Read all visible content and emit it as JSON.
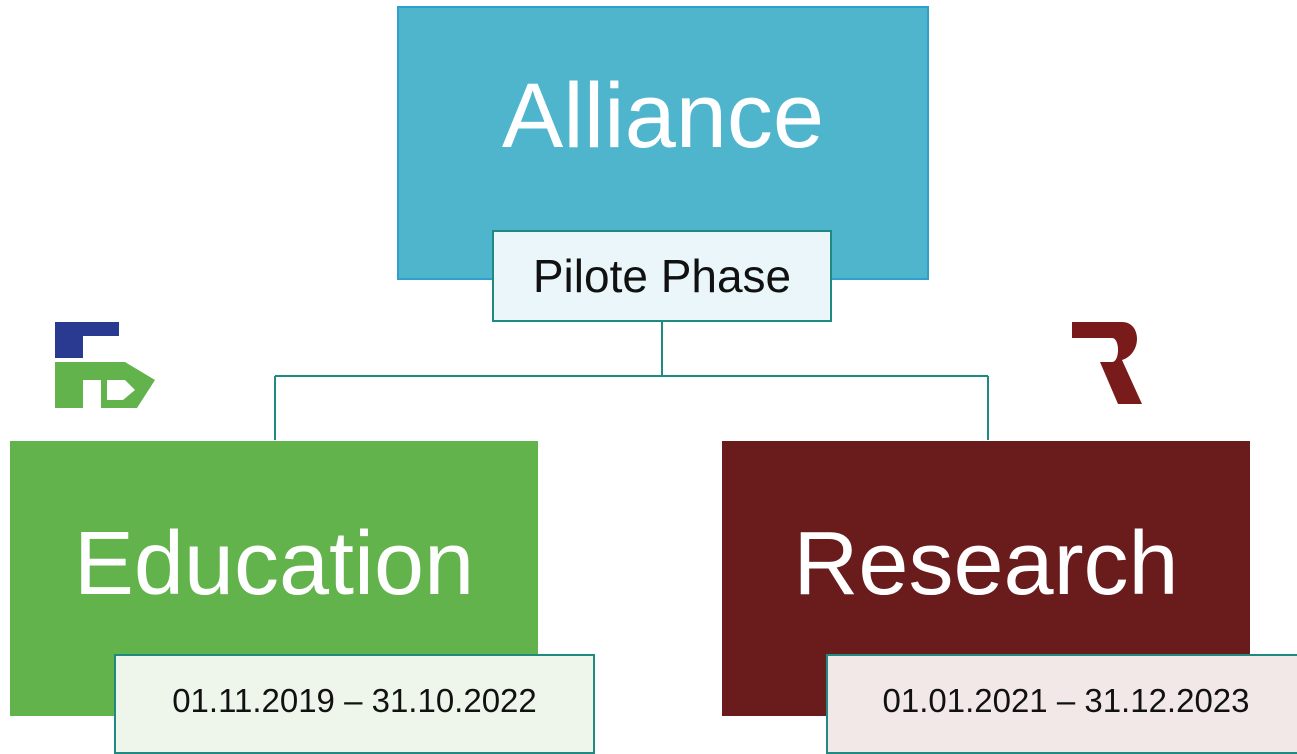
{
  "alliance": {
    "title": "Alliance",
    "phase": "Pilote Phase",
    "color": "#4eb5cd"
  },
  "education": {
    "title": "Education",
    "dates": "01.11.2019 – 31.10.2022",
    "color": "#62b34b"
  },
  "research": {
    "title": "Research",
    "dates": "01.01.2021 – 31.12.2023",
    "color": "#6a1b1b"
  },
  "logos": {
    "education_logo": "education-logo-icon",
    "research_logo": "research-logo-icon"
  },
  "connector_color": "#1f8a82"
}
